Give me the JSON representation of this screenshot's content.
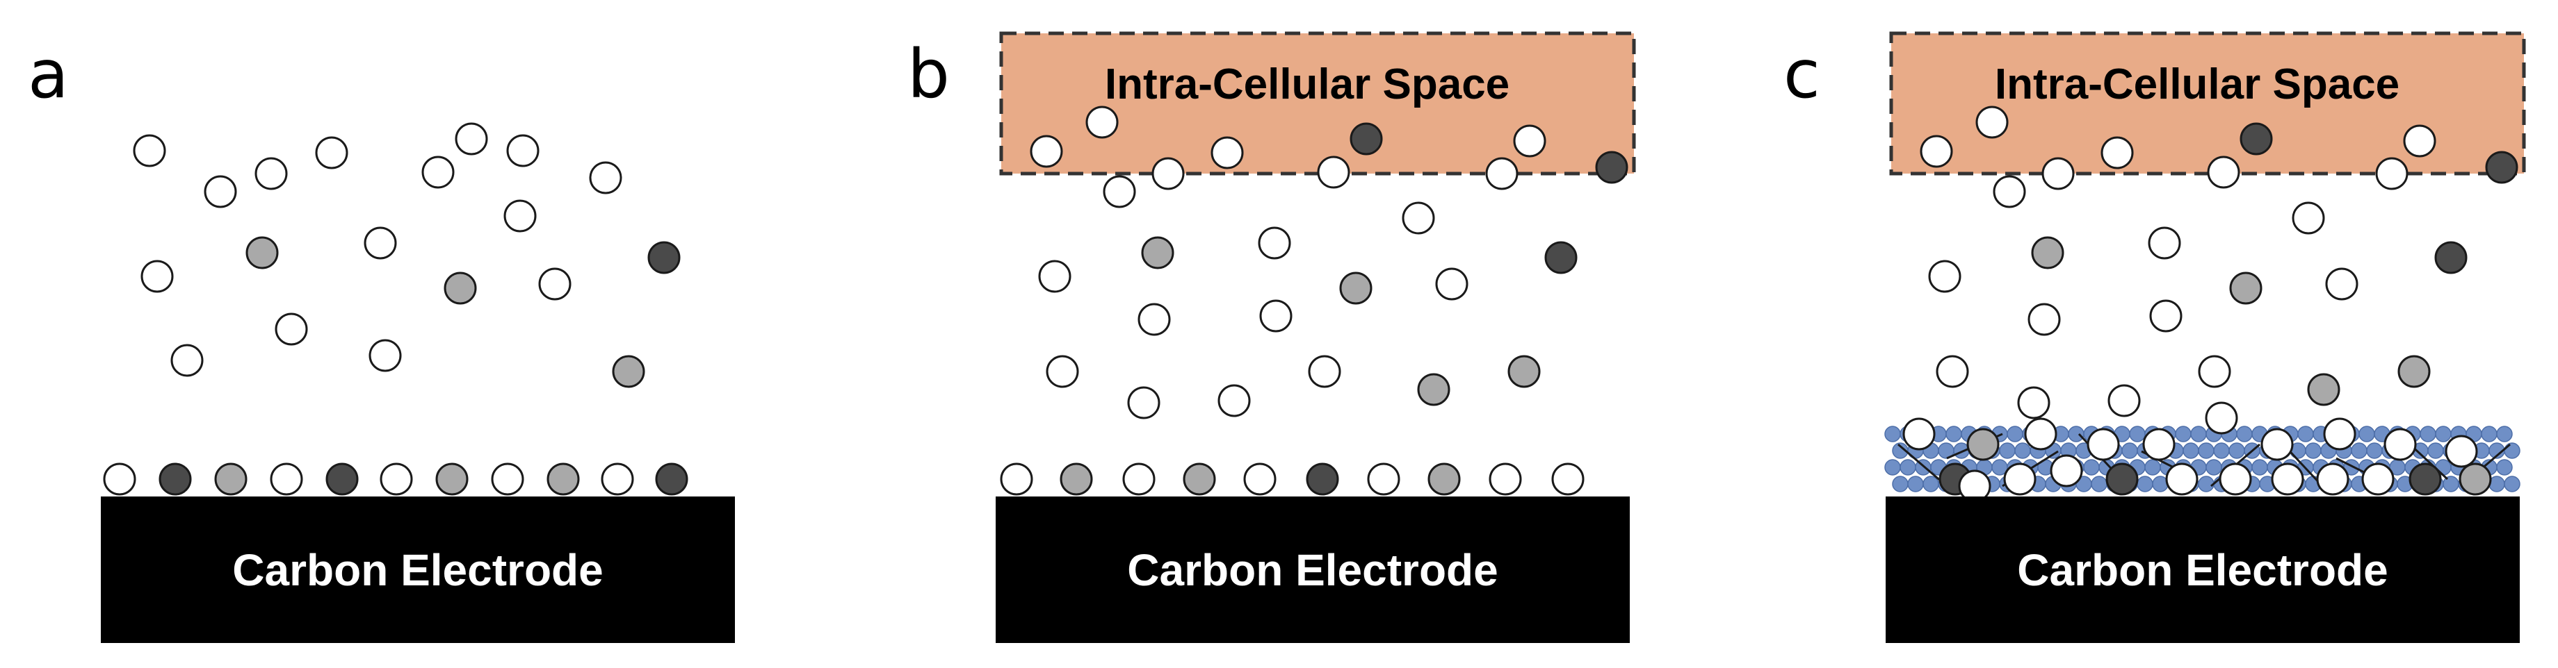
{
  "panels": [
    {
      "letter": "a",
      "electrode_label": "Carbon Electrode"
    },
    {
      "letter": "b",
      "electrode_label": "Carbon Electrode",
      "space_label": "Intra-Cellular Space"
    },
    {
      "letter": "c",
      "electrode_label": "Carbon Electrode",
      "space_label": "Intra-Cellular Space"
    }
  ],
  "colors": {
    "particle_white": "#ffffff",
    "particle_light_gray": "#a9a9a9",
    "particle_dark_gray": "#4a4a4a",
    "electrode": "#000000",
    "intracellular_fill": "#e8ab88",
    "polymer_bead": "#6f8fc6"
  }
}
